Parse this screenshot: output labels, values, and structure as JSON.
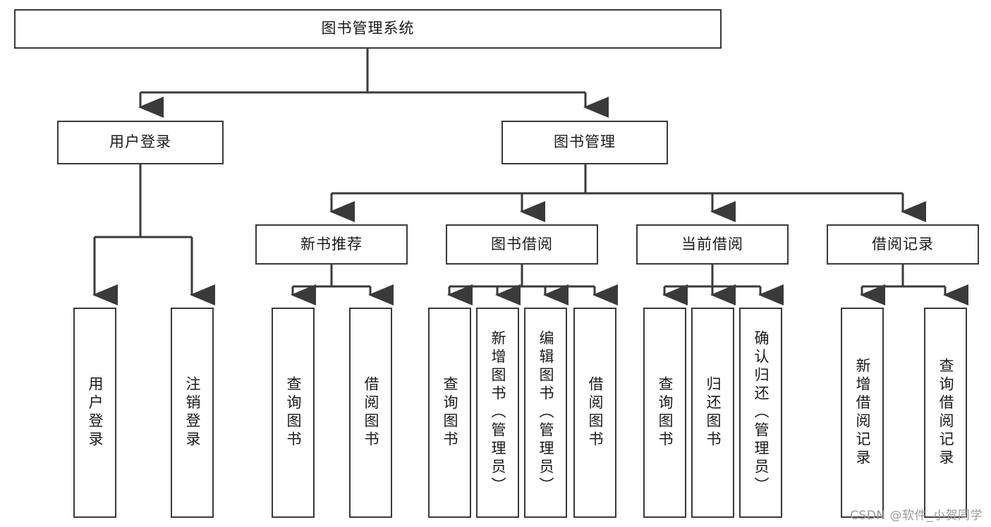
{
  "diagram": {
    "title": "图书管理系统",
    "type": "tree",
    "background_color": "#ffffff",
    "line_color": "#3a3a3a",
    "text_color": "#1a1a1a"
  },
  "root": {
    "label": "图书管理系统"
  },
  "level2": [
    {
      "label": "用户登录"
    },
    {
      "label": "图书管理"
    }
  ],
  "level3": [
    {
      "label": "新书推荐"
    },
    {
      "label": "图书借阅"
    },
    {
      "label": "当前借阅"
    },
    {
      "label": "借阅记录"
    }
  ],
  "leaves": {
    "user_login": [
      {
        "label": "用户登录"
      },
      {
        "label": "注销登录"
      }
    ],
    "new_book_recommend": [
      {
        "label": "查询图书"
      },
      {
        "label": "借阅图书"
      }
    ],
    "book_borrow": [
      {
        "label": "查询图书"
      },
      {
        "label": "新增图书（管理员）"
      },
      {
        "label": "编辑图书（管理员）"
      },
      {
        "label": "借阅图书"
      }
    ],
    "current_borrow": [
      {
        "label": "查询图书"
      },
      {
        "label": "归还图书"
      },
      {
        "label": "确认归还（管理员）"
      }
    ],
    "borrow_record": [
      {
        "label": "新增借阅记录"
      },
      {
        "label": "查询借阅记录"
      }
    ]
  },
  "watermark": {
    "text": "CSDN @软件_小贺同学"
  }
}
